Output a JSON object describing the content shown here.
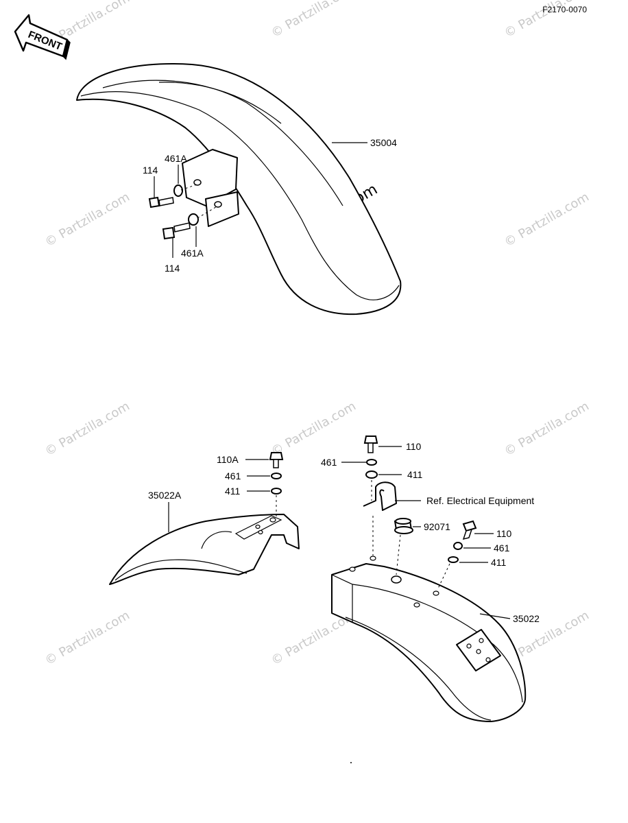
{
  "diagram_code": "F2170-0070",
  "front_label": "FRONT",
  "watermark_text": "© Partzilla.com",
  "front_fender": {
    "part_number": "35004",
    "fasteners": [
      {
        "label": "461A"
      },
      {
        "label": "114"
      },
      {
        "label": "461A"
      },
      {
        "label": "114"
      }
    ]
  },
  "rear_fender_a": {
    "part_number": "35022A",
    "fasteners": [
      {
        "label": "110A"
      },
      {
        "label": "461"
      },
      {
        "label": "411"
      }
    ]
  },
  "rear_fender": {
    "part_number": "35022",
    "fasteners": [
      {
        "label": "110"
      },
      {
        "label": "461"
      },
      {
        "label": "411"
      },
      {
        "label": "92071"
      },
      {
        "label": "110"
      },
      {
        "label": "461"
      },
      {
        "label": "411"
      }
    ],
    "reference_note": "Ref.  Electrical Equipment"
  },
  "colors": {
    "line": "#000000",
    "watermark": "#c9c9c9",
    "background": "#ffffff"
  }
}
